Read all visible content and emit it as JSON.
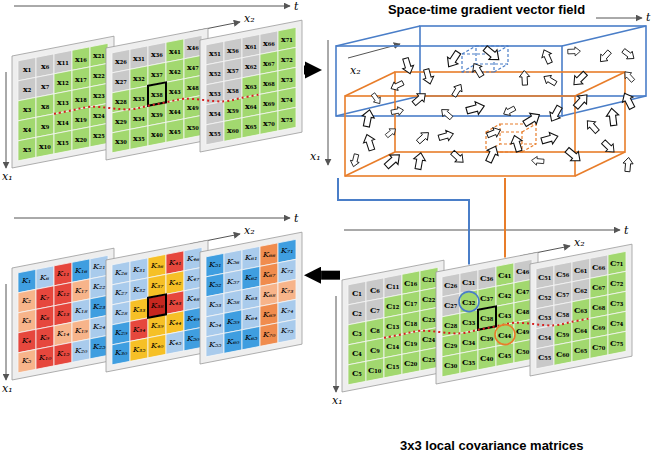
{
  "diagram": {
    "nodes": [
      {
        "text": [
          "x₁",
          "x₂",
          "x₃",
          "x₄",
          "x₅",
          "x₆",
          "x₇",
          "x₈",
          "x₉",
          "x₁₀",
          "x₁₁",
          "x₁₂",
          "x₁₃",
          "x₁₄",
          "x₁₅",
          "x₁₆",
          "x₁₇",
          "x₁₈",
          "x₁₉",
          "x₂₀",
          "x₂₁",
          "x₂₂",
          "x₂₃",
          "x₂₄",
          "x₂₅"
        ]
      },
      {
        "text": [
          "x₂₆",
          "x₂₇",
          "x₂₈",
          "x₂₉",
          "x₃₀",
          "x₃₁",
          "x₃₂",
          "x₃₃",
          "x₃₄",
          "x₃₅",
          "x₃₆",
          "x₃₇",
          "x₃₈",
          "x₃₉",
          "x₄₀",
          "x₄₁",
          "x₄₂",
          "x₄₃",
          "x₄₄",
          "x₄₅",
          "x₄₆",
          "x₄₇",
          "x₄₈",
          "x₄₉",
          "x₅₀"
        ]
      },
      {
        "text": [
          "x₅₁",
          "x₅₂",
          "x₅₃",
          "x₅₄",
          "x₅₅",
          "x₅₆",
          "x₅₇",
          "x₅₈",
          "x₅₉",
          "x₆₀",
          "x₆₁",
          "x₆₂",
          "x₆₃",
          "x₆₄",
          "x₆₅",
          "x₆₆",
          "x₆₇",
          "x₆₈",
          "x₆₉",
          "x₇₀",
          "x₇₁",
          "x₇₂",
          "x₇₃",
          "x₇₄",
          "x₇₅"
        ]
      },
      {
        "text": [
          "Space-time gradient vector field"
        ]
      },
      {
        "text": [
          "K₁",
          "K₂",
          "K₃",
          "K₄",
          "K₅",
          "K₆",
          "K₇",
          "K₈",
          "K₉",
          "K₁₀",
          "K₁₁",
          "K₁₂",
          "K₁₃",
          "K₁₄",
          "K₁₅",
          "K₁₆",
          "K₁₇",
          "K₁₈",
          "K₁₉",
          "K₂₀",
          "K₂₁",
          "K₂₂",
          "K₂₃",
          "K₂₄",
          "K₂₅"
        ]
      },
      {
        "text": [
          "K₂₆",
          "K₂₇",
          "K₂₈",
          "K₂₉",
          "K₃₀",
          "K₃₁",
          "K₃₂",
          "K₃₃",
          "K₃₄",
          "K₃₅",
          "K₃₆",
          "K₃₇",
          "K₃₈",
          "K₃₉",
          "K₄₀",
          "K₄₁",
          "K₄₂",
          "K₄₃",
          "K₄₄",
          "K₄₅",
          "K₄₆",
          "K₄₇",
          "K₄₈",
          "K₄₉",
          "K₅₀"
        ]
      },
      {
        "text": [
          "K₅₁",
          "K₅₂",
          "K₅₃",
          "K₅₄",
          "K₅₅",
          "K₅₆",
          "K₅₇",
          "K₅₈",
          "K₅₉",
          "K₆₀",
          "K₆₁",
          "K₆₂",
          "K₆₃",
          "K₆₄",
          "K₆₅",
          "K₆₆",
          "K₆₇",
          "K₆₈",
          "K₆₉",
          "K₇₀",
          "K₇₁",
          "K₇₂",
          "K₇₃",
          "K₇₄",
          "K₇₅"
        ]
      },
      {
        "text": [
          "C₁",
          "C₂",
          "C₃",
          "C₄",
          "C₅",
          "C₆",
          "C₇",
          "C₈",
          "C₉",
          "C₁₀",
          "C₁₁",
          "C₁₂",
          "C₁₃",
          "C₁₄",
          "C₁₅",
          "C₁₆",
          "C₁₇",
          "C₁₈",
          "C₁₉",
          "C₂₀",
          "C₂₁",
          "C₂₂",
          "C₂₃",
          "C₂₄",
          "C₂₅"
        ]
      },
      {
        "text": [
          "C₂₆",
          "C₂₇",
          "C₂₈",
          "C₂₉",
          "C₃₀",
          "C₃₁",
          "C₃₂",
          "C₃₃",
          "C₃₄",
          "C₃₅",
          "C₃₆",
          "C₃₇",
          "C₃₈",
          "C₃₉",
          "C₄₀",
          "C₄₁",
          "C₄₂",
          "C₄₃",
          "C₄₄",
          "C₄₅",
          "C₄₆",
          "C₄₇",
          "C₄₈",
          "C₄₉",
          "C₅₀"
        ]
      },
      {
        "text": [
          "C₅₁",
          "C₅₂",
          "C₅₃",
          "C₅₄",
          "C₅₅",
          "C₅₆",
          "C₅₇",
          "C₅₈",
          "C₅₉",
          "C₆₀",
          "C₆₁",
          "C₆₂",
          "C₆₃",
          "C₆₄",
          "C₆₅",
          "C₆₆",
          "C₆₇",
          "C₆₈",
          "C₆₉",
          "C₇₀",
          "C₇₁",
          "C₇₂",
          "C₇₃",
          "C₇₄",
          "C₇₅"
        ]
      }
    ],
    "edges": [
      {
        "from": 2,
        "to": 3,
        "arrow": "to"
      },
      {
        "from": 3,
        "to": 8,
        "arrow": "none"
      },
      {
        "from": 3,
        "to": 8,
        "arrow": "none"
      },
      {
        "from": 7,
        "to": 6,
        "arrow": "to"
      }
    ],
    "labels": [
      "t",
      "x₂",
      "x₁",
      "t",
      "x₂",
      "x₁",
      "t",
      "x₂",
      "x₁",
      "t",
      "x₂",
      "x₁",
      "3x3 local covariance matrices"
    ]
  }
}
